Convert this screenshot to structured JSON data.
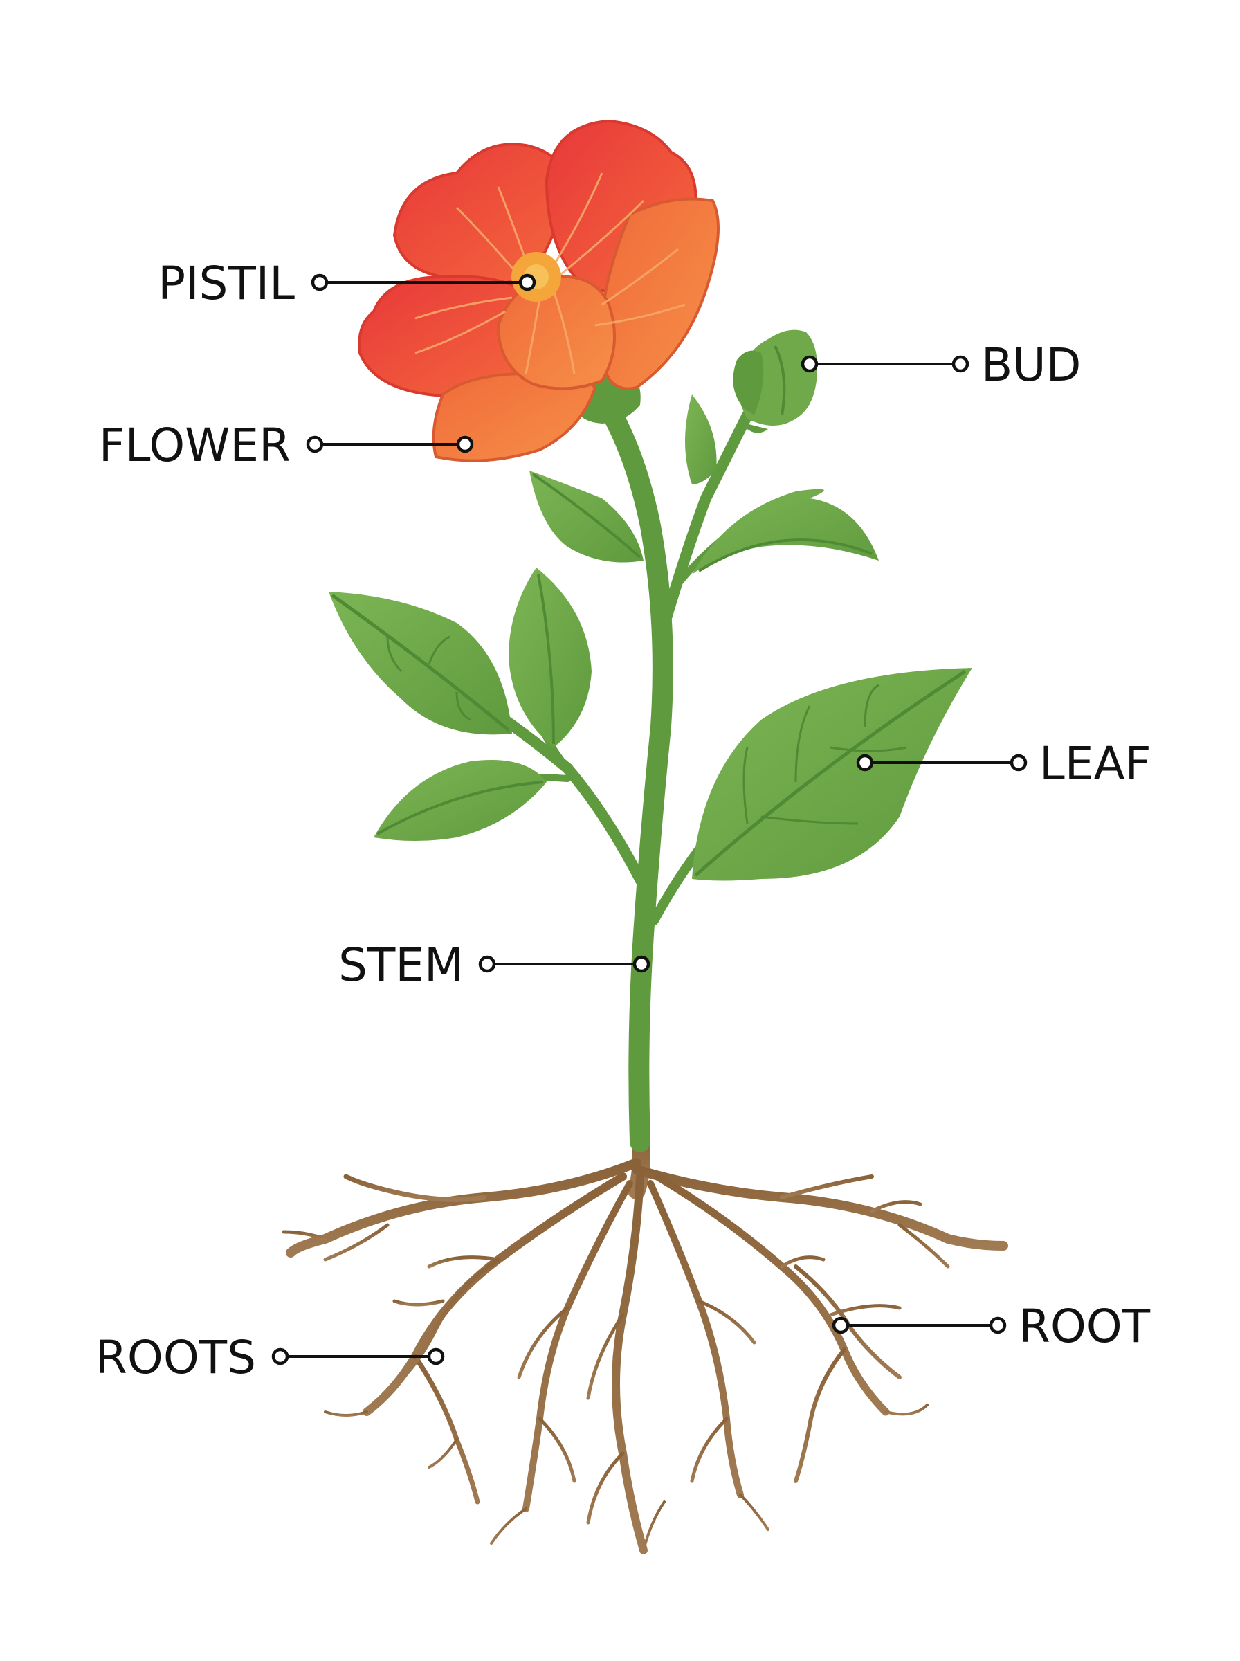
{
  "labels": {
    "pistil": "PISTIL",
    "bud": "BUD",
    "flower": "FLOWER",
    "leaf": "LEAF",
    "stem": "STEM",
    "roots": "ROOTS",
    "root": "ROOT"
  },
  "colors": {
    "background": "#ffffff",
    "petal_red": "#e8453c",
    "petal_orange": "#f27a3e",
    "pistil_center": "#f4a63a",
    "leaf_green": "#6fa94a",
    "leaf_vein": "#4f8a35",
    "stem_green": "#5f9a3e",
    "root_brown": "#8f6a44",
    "label_text": "#111111"
  }
}
